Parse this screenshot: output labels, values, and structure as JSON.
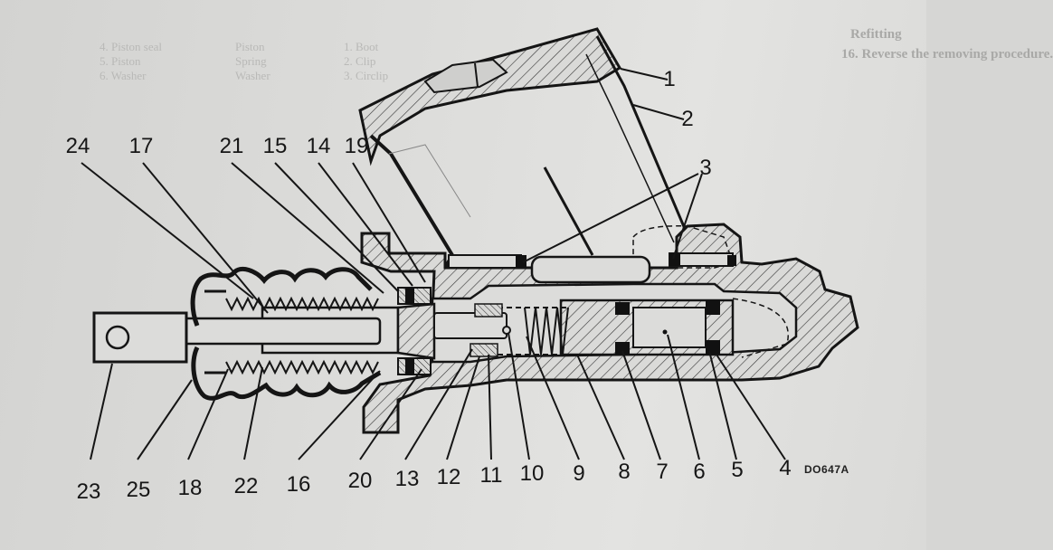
{
  "figure": {
    "reference_code": "DO647A",
    "callouts": [
      "1",
      "2",
      "3",
      "4",
      "5",
      "6",
      "7",
      "8",
      "9",
      "10",
      "11",
      "12",
      "13",
      "14",
      "15",
      "16",
      "17",
      "18",
      "19",
      "20",
      "21",
      "22",
      "23",
      "24",
      "25"
    ]
  },
  "bleed_through": {
    "heading": "Refitting",
    "step": "16. Reverse the removing procedure.",
    "legend": {
      "col_left": [
        "1. Boot",
        "2. Clip",
        "3. Circlip"
      ],
      "col_mid": [
        "Piston",
        "Spring",
        "Washer"
      ],
      "col_right": [
        "4. Piston seal",
        "5. Piston",
        "6. Washer"
      ]
    }
  },
  "colors": {
    "ink": "#161616",
    "paper": "#dcdcda"
  }
}
